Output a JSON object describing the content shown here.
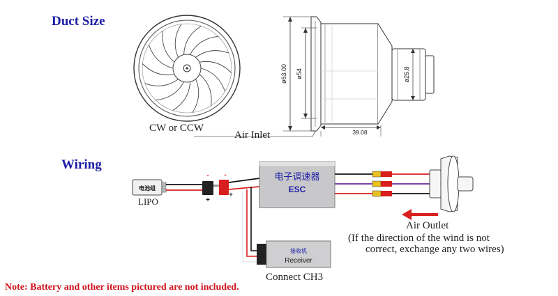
{
  "duct_section": {
    "title": "Duct Size",
    "rotation_label": "CW or CCW",
    "air_inlet_label": "Air Inlet",
    "dimensions": {
      "outer_diameter": "ø63.00",
      "inner_diameter": "ø54",
      "motor_diameter": "ø25.8",
      "length": "39.08"
    }
  },
  "wiring_section": {
    "title": "Wiring",
    "battery": {
      "chip_label": "电池组",
      "name": "LIPO"
    },
    "esc": {
      "title_cn": "电子调速器",
      "title_en": "ESC"
    },
    "receiver": {
      "title_cn": "接收机",
      "title_en": "Receiver",
      "connect_label": "Connect CH3"
    },
    "polarity": {
      "minus": "-",
      "plus": "+"
    },
    "air_outlet_label": "Air Outlet",
    "air_outlet_note_line1": "(If the direction of the wind is not",
    "air_outlet_note_line2": "correct, exchange any two wires)"
  },
  "note": "Note: Battery and other items pictured are not included.",
  "colors": {
    "title_blue": "#1c1ca8",
    "note_red": "#d0101a",
    "wire_red": "#d81e1e",
    "wire_purple": "#6a2a9a",
    "wire_black": "#111111"
  }
}
